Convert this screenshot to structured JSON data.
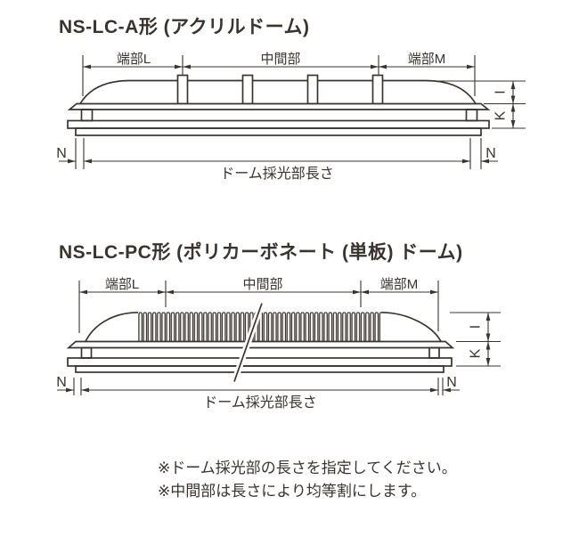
{
  "colors": {
    "ink": "#3a332e",
    "background": "#ffffff"
  },
  "diagrams": [
    {
      "title": "NS-LC-A形 (アクリルドーム)",
      "labels": {
        "end_l": "端部L",
        "middle": "中間部",
        "end_m": "端部M",
        "height_i": "I",
        "depth_k": "K",
        "n_left": "N",
        "n_right": "N",
        "opening_length": "ドーム採光部長さ"
      }
    },
    {
      "title": "NS-LC-PC形 (ポリカーボネート (単板) ドーム)",
      "labels": {
        "end_l": "端部L",
        "middle": "中間部",
        "end_m": "端部M",
        "height_i": "I",
        "depth_k": "K",
        "n_left": "N",
        "n_right": "N",
        "opening_length": "ドーム採光部長さ"
      }
    }
  ],
  "notes": [
    "※ドーム採光部の長さを指定してください。",
    "※中間部は長さにより均等割にします。"
  ]
}
